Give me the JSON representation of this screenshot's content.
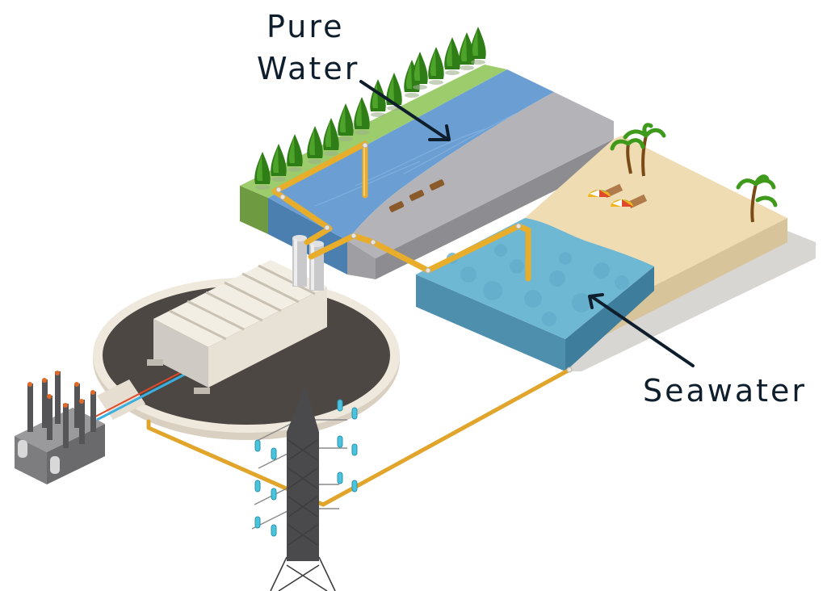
{
  "diagram": {
    "title": "Seawater desalination process",
    "labels": {
      "pure_water_line1": "Pure",
      "pure_water_line2": "Water",
      "seawater": "Seawater"
    },
    "components": [
      {
        "id": "river",
        "name": "Pure water river"
      },
      {
        "id": "sea",
        "name": "Seawater basin"
      },
      {
        "id": "beach",
        "name": "Beach with palm trees and umbrellas"
      },
      {
        "id": "plant",
        "name": "Desalination plant"
      },
      {
        "id": "storage-tanks",
        "name": "Storage tanks"
      },
      {
        "id": "transformer",
        "name": "Electrical transformer"
      },
      {
        "id": "power-tower",
        "name": "Transmission tower"
      },
      {
        "id": "pipelines",
        "name": "Yellow water pipelines"
      }
    ],
    "colors": {
      "label_text": "#0f1e2c",
      "pipe": "#e8ad2a",
      "river": "#6b9fd4",
      "sea": "#6fb8d4",
      "sand": "#efdcb2",
      "grass": "#9ccc6c",
      "concrete": "#b4b4b8"
    }
  }
}
